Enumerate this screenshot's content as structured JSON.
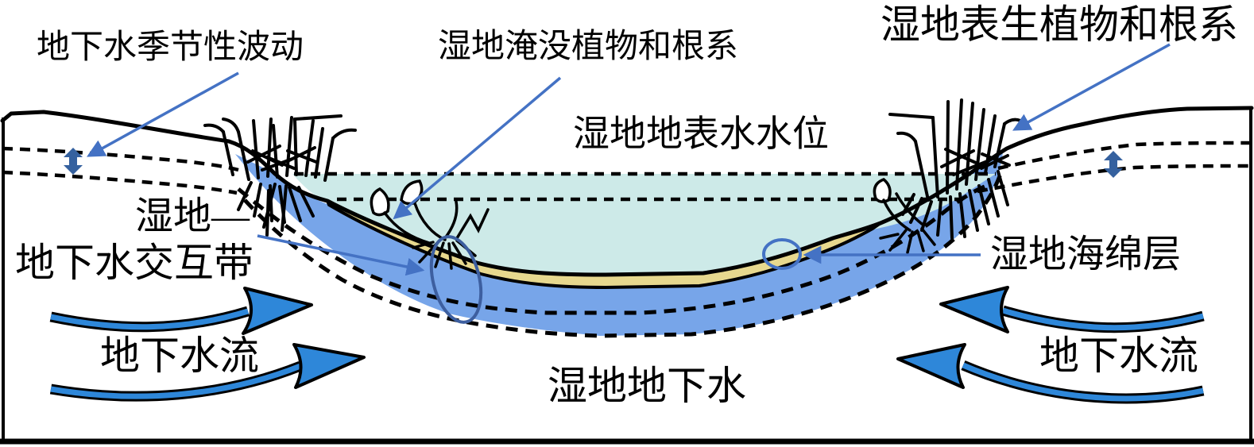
{
  "labels": {
    "groundwater_fluctuation": "地下水季节性波动",
    "submerged_plants": "湿地淹没植物和根系",
    "epigeic_plants": "湿地表生植物和根系",
    "surface_water_level": "湿地地表水水位",
    "interaction_line1": "湿地—",
    "interaction_line2": "地下水交互带",
    "sponge_layer": "湿地海绵层",
    "flow_left": "地下水流",
    "flow_right": "地下水流",
    "wetland_groundwater": "湿地地下水"
  },
  "colors": {
    "pond_water": "#cdeae8",
    "sponge_sand": "#e7d88e",
    "groundwater_blue": "#77a5e9",
    "flow_arrow_blue": "#2e87d9",
    "label_arrow_blue": "#4472c4",
    "range_arrow_blue": "#35619f",
    "ellipse_blue": "#3d5fa0",
    "line_black": "#000000"
  }
}
